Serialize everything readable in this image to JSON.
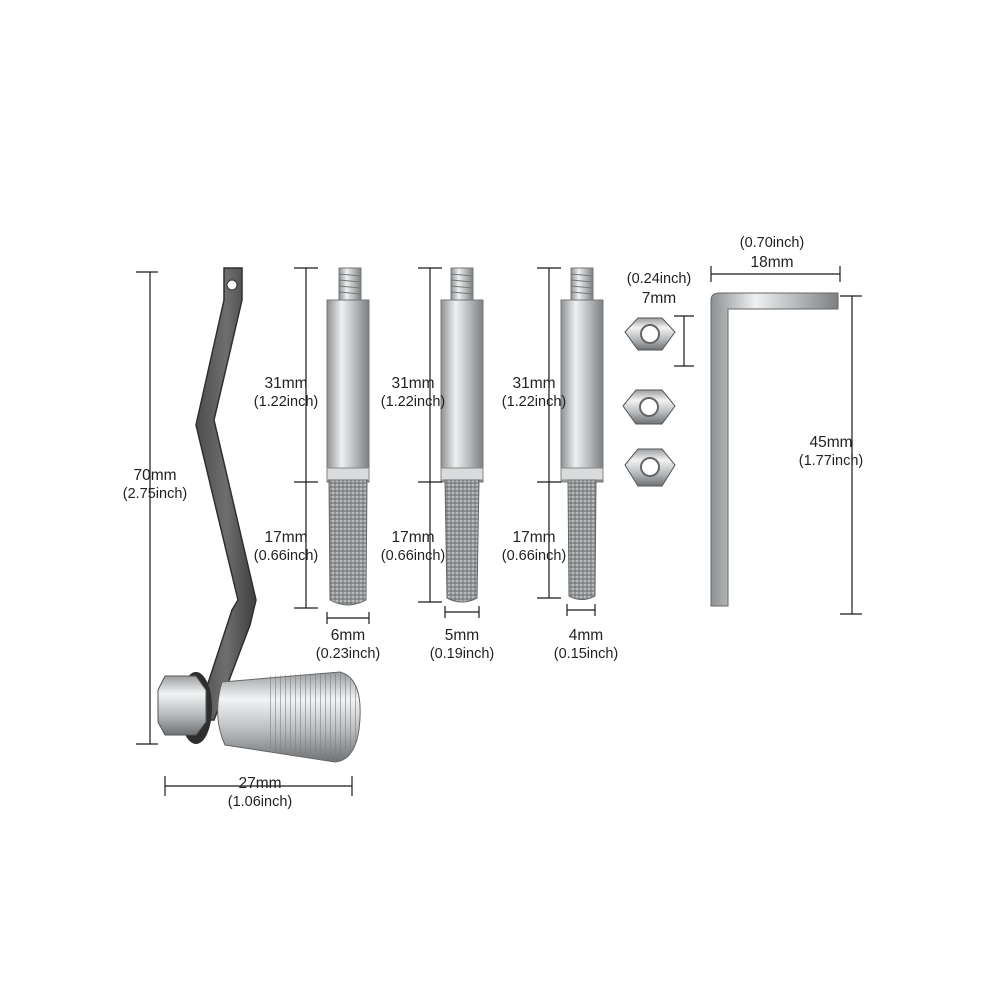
{
  "colors": {
    "background": "#ffffff",
    "dimension_line": "#1a1a1a",
    "metal": "#c9ccce",
    "dark_metal": "#5a5a5a",
    "diamond_grit": "#9a9a9a"
  },
  "dimensions": {
    "bracket_height": {
      "mm": "70mm",
      "inch": "(2.75inch)"
    },
    "knob_width": {
      "mm": "27mm",
      "inch": "(1.06inch)"
    },
    "bit1_shank": {
      "mm": "31mm",
      "inch": "(1.22inch)"
    },
    "bit1_head": {
      "mm": "17mm",
      "inch": "(0.66inch)"
    },
    "bit1_dia": {
      "mm": "6mm",
      "inch": "(0.23inch)"
    },
    "bit2_shank": {
      "mm": "31mm",
      "inch": "(1.22inch)"
    },
    "bit2_head": {
      "mm": "17mm",
      "inch": "(0.66inch)"
    },
    "bit2_dia": {
      "mm": "5mm",
      "inch": "(0.19inch)"
    },
    "bit3_shank": {
      "mm": "31mm",
      "inch": "(1.22inch)"
    },
    "bit3_head": {
      "mm": "17mm",
      "inch": "(0.66inch)"
    },
    "bit3_dia": {
      "mm": "4mm",
      "inch": "(0.15inch)"
    },
    "nut_size": {
      "inch": "(0.24inch)",
      "mm": "7mm"
    },
    "wrench_width": {
      "inch": "(0.70inch)",
      "mm": "18mm"
    },
    "wrench_height": {
      "mm": "45mm",
      "inch": "(1.77inch)"
    }
  }
}
